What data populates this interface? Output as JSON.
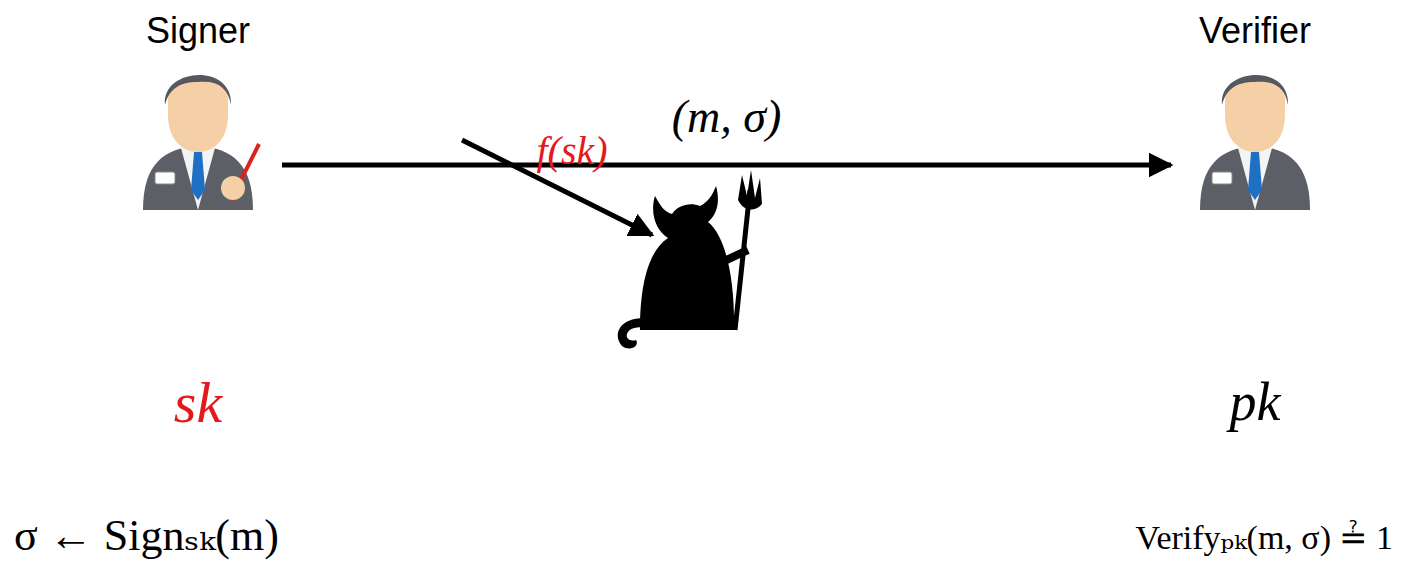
{
  "diagram": {
    "nodes": [
      {
        "text": [
          "Signer"
        ]
      },
      {
        "text": [
          "Verifier"
        ]
      }
    ],
    "edges": [
      {
        "from": 0,
        "to": 1,
        "arrow": "to",
        "label": "(m, σ)"
      }
    ],
    "labels": [
      "f(sk)",
      "sk",
      "pk",
      "σ ← Signₛₖ(m)",
      "Verifyₚₖ(m, σ) ≟ 1"
    ]
  }
}
